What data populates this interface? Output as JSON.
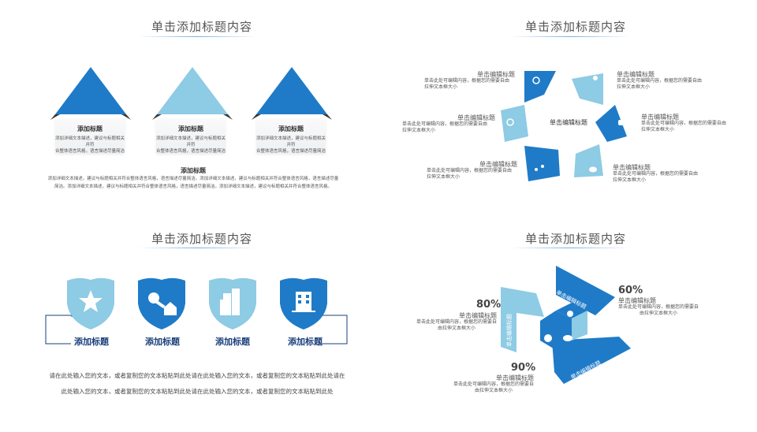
{
  "colors": {
    "dark_blue": "#1f7bc8",
    "light_blue": "#8ecbe4",
    "navy": "#1a3f7a"
  },
  "panel1": {
    "title": "单击添加标题内容",
    "cards": [
      {
        "title": "添加标题",
        "desc1": "添加详细文本描述，建议与标题相关并符",
        "desc2": "合整体语言风格，语言描述尽量简洁"
      },
      {
        "title": "添加标题",
        "desc1": "添加详细文本描述，建议与标题相关并符",
        "desc2": "合整体语言风格，语言描述尽量简洁"
      },
      {
        "title": "添加标题",
        "desc1": "添加详细文本描述，建议与标题相关并符",
        "desc2": "合整体语言风格，语言描述尽量简洁"
      }
    ],
    "summary_title": "添加标题",
    "summary_line1": "添加详细文本描述，建议与标题相关并符合整体语言风格，语言描述尽量简洁。添加详细文本描述，建议与标题相关并符合整体语言风格，语言描述尽量",
    "summary_line2": "简洁。添加详细文本描述，建议与标题相关并符合整体语言风格，语言描述尽量简洁。添加详细文本描述，建议与标题相关并符合整体语言风格。"
  },
  "panel2": {
    "title": "单击添加标题内容",
    "center": "单击编辑标题",
    "items": [
      {
        "title": "单击编辑标题",
        "desc1": "单击此处可编辑内容，根据您的需要自由",
        "desc2": "拉伸文本框大小",
        "icon": "location-icon"
      },
      {
        "title": "单击编辑标题",
        "desc1": "单击此处可编辑内容，根据您的需要自由",
        "desc2": "拉伸文本框大小",
        "icon": "user-icon"
      },
      {
        "title": "单击编辑标题",
        "desc1": "单击此处可编辑内容，根据您的需要自由",
        "desc2": "拉伸文本框大小",
        "icon": "weibo-icon"
      },
      {
        "title": "单击编辑标题",
        "desc1": "单击此处可编辑内容，根据您的需要自由",
        "desc2": "拉伸文本框大小",
        "icon": "chat-bubble-icon"
      },
      {
        "title": "单击编辑标题",
        "desc1": "单击此处可编辑内容，根据您的需要自由",
        "desc2": "拉伸文本框大小",
        "icon": "share-icon"
      },
      {
        "title": "单击编辑标题",
        "desc1": "单击此处可编辑内容，根据您的需要自由",
        "desc2": "拉伸文本框大小",
        "icon": "message-icon"
      }
    ]
  },
  "panel3": {
    "title": "单击添加标题内容",
    "shields": [
      {
        "label": "添加标题",
        "icon": "star-icon",
        "color": "#8ecbe4"
      },
      {
        "label": "添加标题",
        "icon": "key-house-icon",
        "color": "#1f7bc8"
      },
      {
        "label": "添加标题",
        "icon": "skyscraper-icon",
        "color": "#8ecbe4"
      },
      {
        "label": "添加标题",
        "icon": "office-building-icon",
        "color": "#1f7bc8"
      }
    ],
    "body1": "请在此处输入您的文本，或者复制您的文本粘贴到此处请在此处输入您的文本，或者复制您的文本粘贴到此处请在",
    "body2": "此处输入您的文本，或者复制您的文本粘贴到此处请在此处输入您的文本，或者复制您的文本粘贴到此处"
  },
  "panel4": {
    "title": "单击添加标题内容",
    "items": [
      {
        "pct": "80%",
        "title": "单击编辑标题",
        "desc1": "单击此处可编辑内容，根据您的需要自",
        "desc2": "由拉伸文本框大小",
        "arm": "单击编辑标题"
      },
      {
        "pct": "60%",
        "title": "单击编辑标题",
        "desc1": "单击此处可编辑内容，根据您的需要自",
        "desc2": "由拉伸文本框大小",
        "arm": "单击编辑标题"
      },
      {
        "pct": "90%",
        "title": "单击编辑标题",
        "desc1": "单击此处可编辑内容，根据您的需要自",
        "desc2": "由拉伸文本框大小",
        "arm": "单击编辑标题"
      }
    ]
  }
}
